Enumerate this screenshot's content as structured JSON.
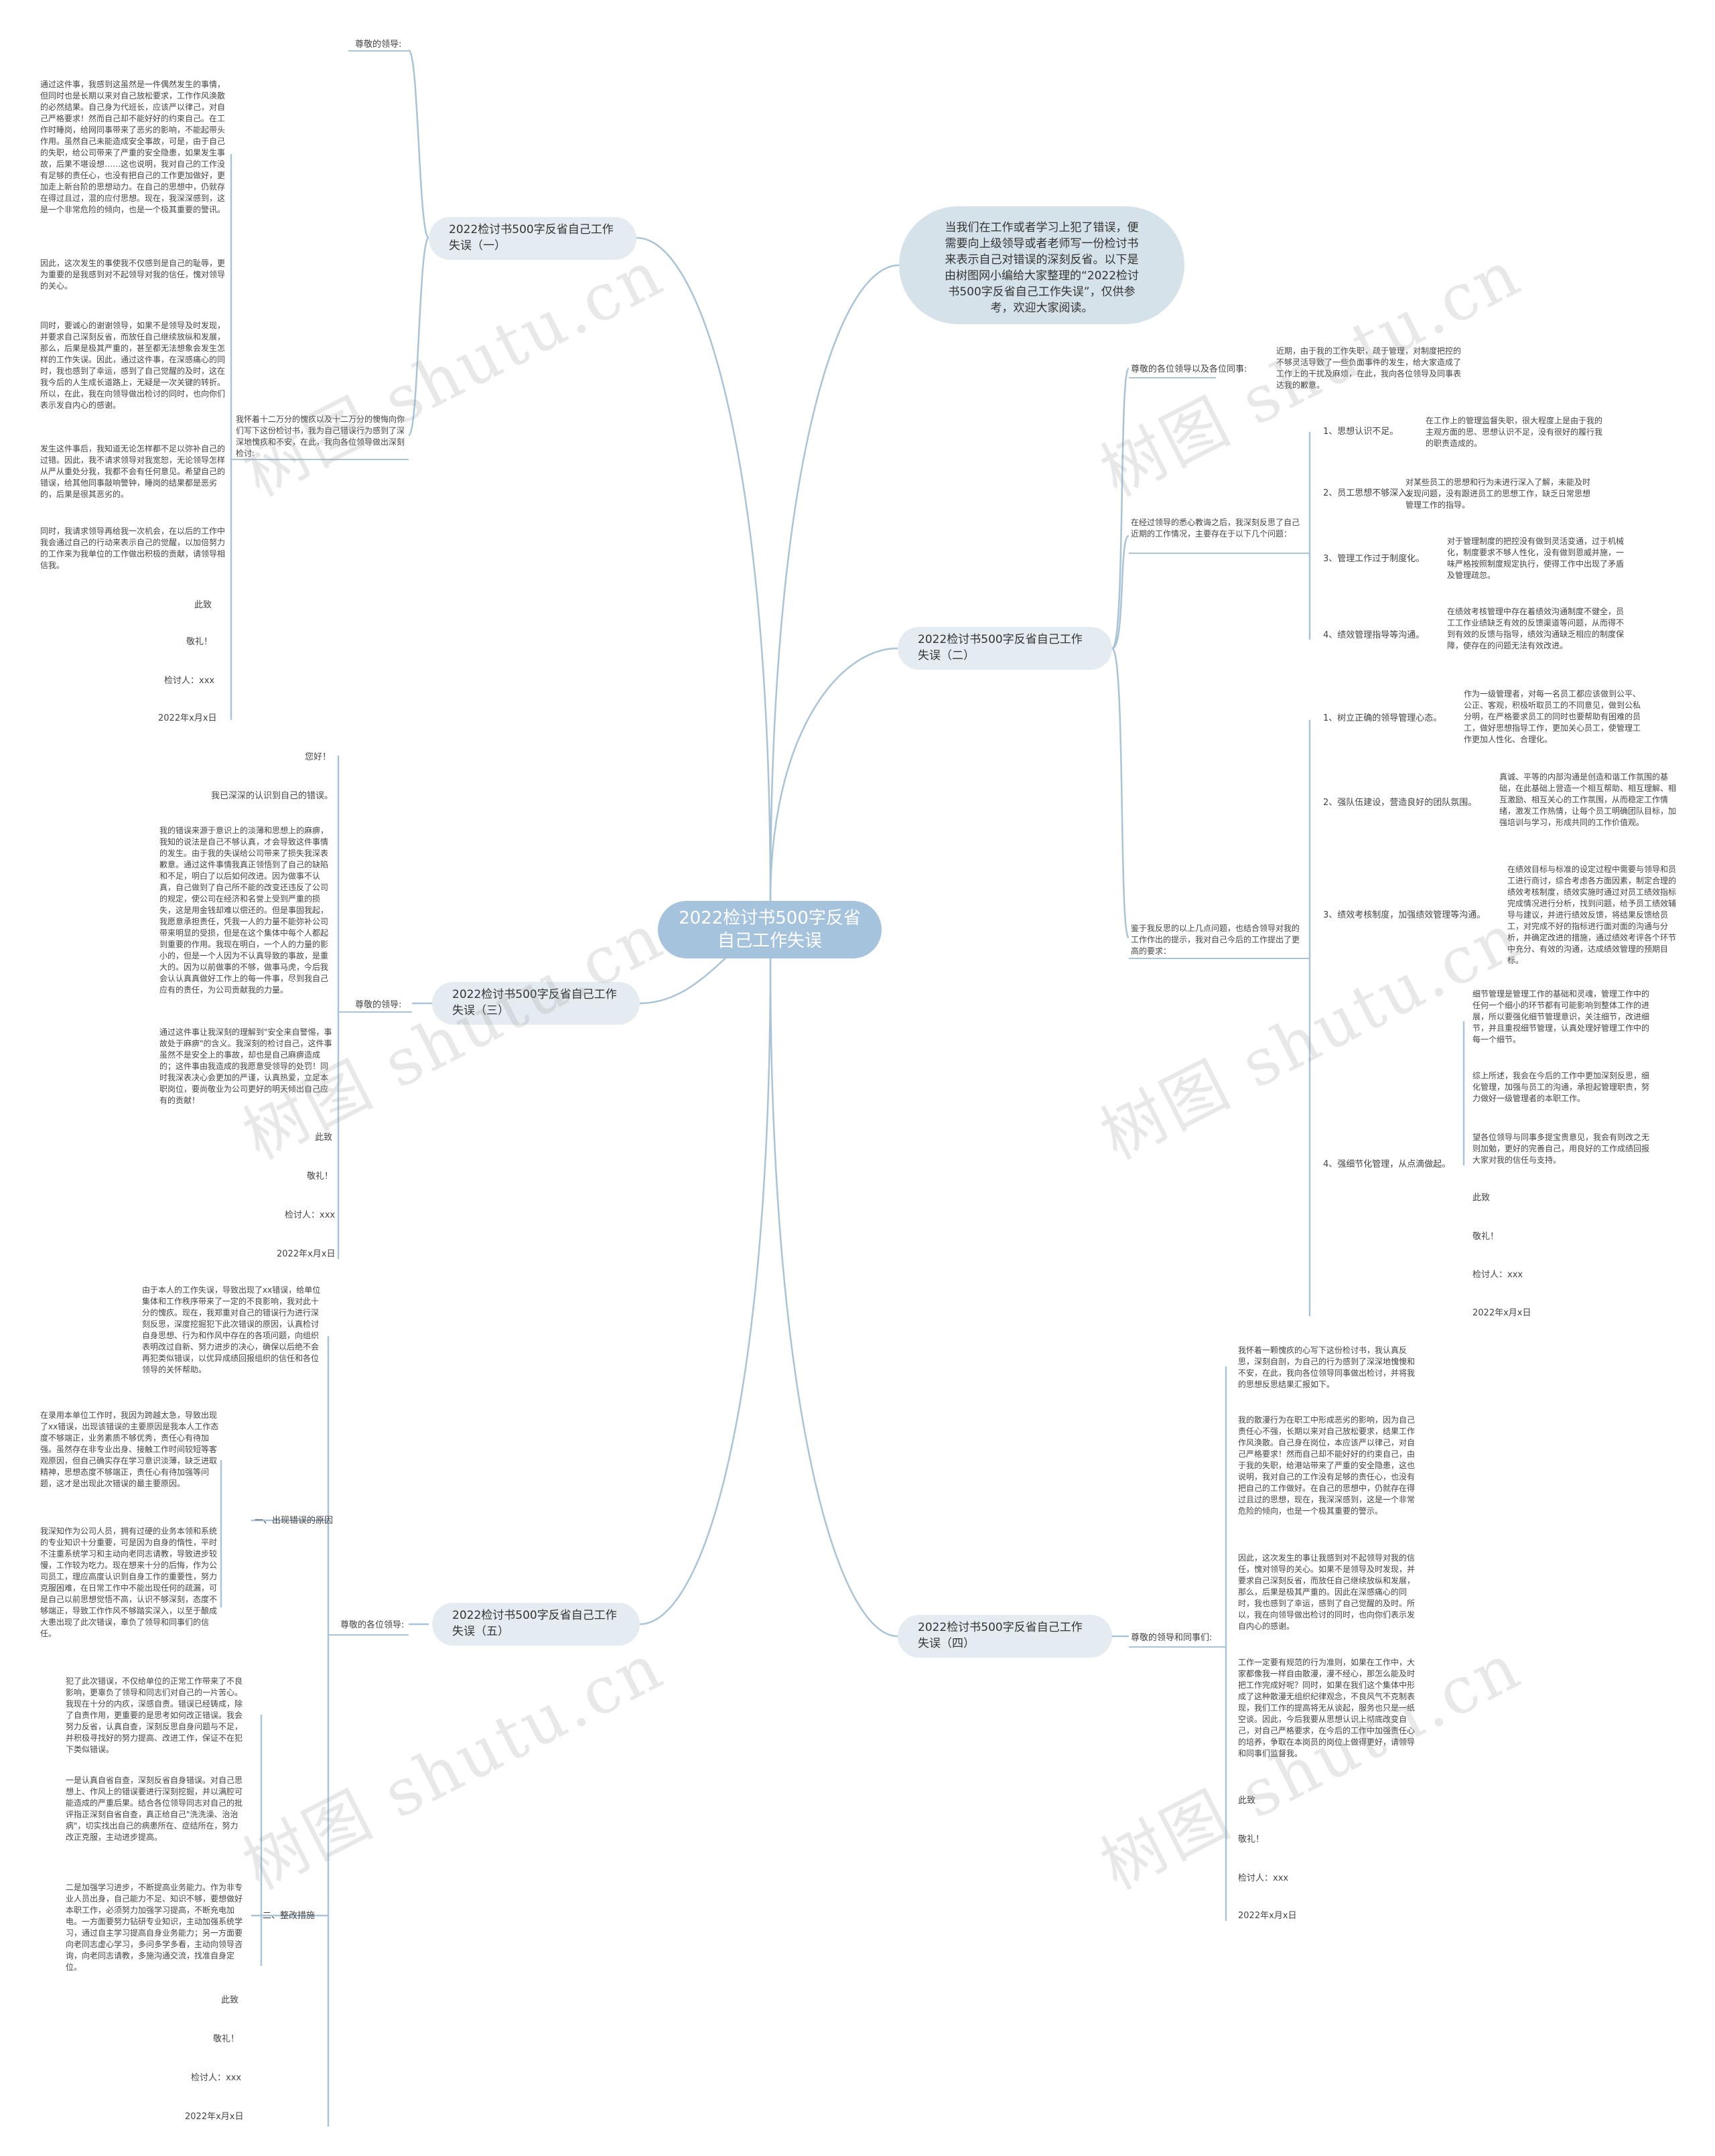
{
  "center": "2022检讨书500字反省自己工作失误",
  "intro": "当我们在工作或者学习上犯了错误，便需要向上级领导或者老师写一份检讨书来表示自己对错误的深刻反省。以下是由树图网小编给大家整理的“2022检讨书500字反省自己工作失误”，仅供参考，欢迎大家阅读。",
  "watermark": "树图 shutu.cn",
  "b1": {
    "title": "2022检讨书500字反省自己工作失误（一）",
    "salutation": "尊敬的领导:",
    "lead": "我怀着十二万分的愧疚以及十二万分的懊悔向你们写下这份检讨书，我为自己错误行为感到了深深地愧疚和不安，在此，我向各位领导做出深刻检讨:",
    "p1": "通过这件事，我感到这虽然是一件偶然发生的事情，但同时也是长期以来对自己放松要求，工作作风涣散的必然结果。自己身为代班长，应该严以律己，对自己严格要求！然而自己却不能好好的约束自己。在工作时睡岗，给网同事带来了恶劣的影响，不能起带头作用。虽然自己未能造成安全事故，可是，由于自己的失职，给公司带来了严重的安全隐患，如果发生事故，后果不堪设想……这也说明，我对自己的工作没有足够的责任心，也没有把自己的工作更加做好，更加走上新台阶的思想动力。在自己的思想中，仍就存在得过且过，混的应付思想。现在，我深深感到，这是一个非常危险的倾向，也是一个极其重要的警讯。",
    "p2": "因此，这次发生的事使我不仅感到是自己的耻辱，更为重要的是我感到对不起领导对我的信任，愧对领导的关心。",
    "p3": "同时，要诚心的谢谢领导，如果不是领导及时发现，并要求自己深刻反省，而放任自己继续放纵和发展，那么，后果是极其严重的，甚至都无法想象会发生怎样的工作失误。因此，通过这件事，在深感痛心的同时，我也感到了幸运，感到了自己觉醒的及时，这在我今后的人生成长道路上，无疑是一次关键的转折。所以，在此，我在向领导做出检讨的同时，也向你们表示发自内心的感谢。",
    "p4": "发生这件事后，我知道无论怎样都不足以弥补自己的过错。因此，我不请求领导对我宽恕，无论领导怎样从严从重处分我，我都不会有任何意见。希望自己的错误，给其他同事敲响警钟，睡岗的结果都是恶劣的，后果是很其恶劣的。",
    "p5": "同时，我请求领导再给我一次机会，在以后的工作中我会通过自己的行动来表示自己的觉醒，以加倍努力的工作来为我单位的工作做出积极的贡献，请领导相信我。",
    "e1": "此致",
    "e2": "敬礼！",
    "e3": "检讨人：xxx",
    "e4": "2022年x月x日"
  },
  "b2": {
    "title": "2022检讨书500字反省自己工作失误（二）",
    "salutation": "尊敬的各位领导以及各位同事:",
    "opening": "近期，由于我的工作失职，疏于管理，对制度把控的不够灵活导致了一些负面事件的发生，给大家造成了工作上的干扰及麻烦，在此，我向各位领导及同事表达我的歉意。",
    "review": "在经过领导的悉心教诲之后，我深刻反思了自己近期的工作情况，主要存在于以下几个问题：",
    "i1": "1、思想认识不足。",
    "t1": "在工作上的管理监督失职，很大程度上是由于我的主观方面的思、思想认识不足，没有很好的履行我的职责造成的。",
    "i2": "2、员工思想不够深入。",
    "t2": "对某些员工的思想和行为未进行深入了解，未能及时发现问题，没有跟进员工的思想工作，缺乏日常思想管理工作的指导。",
    "i3": "3、管理工作过于制度化。",
    "t3": "对于管理制度的把控没有做到灵活变通，过于机械化，制度要求不够人性化，没有做到恩威并施，一味严格按照制度规定执行，使得工作中出现了矛盾及管理疏忽。",
    "i4": "4、绩效管理指导等沟通。",
    "t4": "在绩效考核管理中存在着绩效沟通制度不健全，员工工作业绩缺乏有效的反馈渠道等问题，从而得不到有效的反馈与指导，绩效沟通缺乏相应的制度保障，使存在的问题无法有效改进。",
    "reflect": "鉴于我反思的以上几点问题，也结合领导对我的工作作出的提示，我对自己今后的工作提出了更高的要求：",
    "j1": "1、树立正确的领导管理心态。",
    "u1": "作为一级管理者，对每一名员工都应该做到公平、公正、客观，积极听取员工的不同意见，做到公私分明，在严格要求员工的同时也要帮助有困难的员工，做好思想指导工作，更加关心员工，使管理工作更加人性化、合理化。",
    "j2": "2、强队伍建设，营造良好的团队氛围。",
    "u2": "真诚、平等的内部沟通是创造和谐工作氛围的基础，在此基础上营造一个相互帮助、相互理解、相互激励、相互关心的工作氛围，从而稳定工作情绪，激发工作热情，让每个员工明确团队目标，加强培训与学习，形成共同的工作价值观。",
    "j3": "3、绩效考核制度，加强绩效管理等沟通。",
    "u3": "在绩效目标与标准的设定过程中需要与领导和员工进行商讨，综合考虑各方面因素，制定合理的绩效考核制度，绩效实施时通过对员工绩效指标完成情况进行分析，找到问题，给予员工绩效辅导与建议，并进行绩效反馈，将结果反馈给员工，对完成不好的指标进行面对面的沟通与分析，并确定改进的措施，通过绩效考评各个环节中充分、有效的沟通，达成绩效管理的预期目标。",
    "j4": "4、强细节化管理，从点滴做起。",
    "u4a": "细节管理是管理工作的基础和灵魂，管理工作中的任何一个细小的环节都有可能影响到整体工作的进展，所以要强化细节管理意识，关注细节，改进细节，并且重视细节管理，认真处理好管理工作中的每一个细节。",
    "u4b": "综上所述，我会在今后的工作中更加深刻反思，细化管理，加强与员工的沟通，承担起管理职责，努力做好一级管理者的本职工作。",
    "u4c": "望各位领导与同事多提宝贵意见，我会有则改之无则加勉，更好的完善自己，用良好的工作成绩回报大家对我的信任与支持。",
    "e1": "此致",
    "e2": "敬礼！",
    "e3": "检讨人：xxx",
    "e4": "2022年x月x日"
  },
  "b3": {
    "title": "2022检讨书500字反省自己工作失误（三）",
    "salutation": "尊敬的领导:",
    "s1": "您好！",
    "s2": "我已深深的认识到自己的错误。",
    "p1": "我的错误来源于意识上的淡薄和思想上的麻痹，我知的说法是自己不够认真，才会导致这件事情的发生。由于我的失误给公司带来了损失我深表歉意。通过这件事情我真正领悟到了自己的缺陷和不足，明白了以后如何改进。因为做事不认真，自己做到了自己所不能的改变还违反了公司的规定，使公司在经济和名誉上受到严重的损失，这是用金钱却难以偿还的。但是事固我起，我愿意承担责任，凭我一人的力量不能弥补公司带来明显的受损，但是在这个集体中每个人都起到重要的作用。我现在明白，一个人的力量的影小的，但是一个人因为不认真导致的事故，是重大的。因为以前做事的不够，做事马虎，今后我会认认真真做好工作上的每一件事，尽到我自己应有的责任，为公司贡献我的力量。",
    "p2": "通过这件事让我深刻的理解到\"安全来自警惕，事故处于麻痹\"的含义。我深刻的检讨自己，这件事虽然不是安全上的事故，却也是自己麻痹造成的；这件事由我造成的我愿意受领导的处罚！同时我深表决心会更加的严谨，认真热爱，立足本职岗位，要尚敬业为公司更好的明天倾出自己应有的贡献！",
    "e1": "此致",
    "e2": "敬礼！",
    "e3": "检讨人：xxx",
    "e4": "2022年x月x日"
  },
  "b4": {
    "title": "2022检讨书500字反省自己工作失误（四）",
    "salutation": "尊敬的领导和同事们:",
    "p1": "我怀着一颗愧疚的心写下这份检讨书，我认真反思，深刻自剖，为自己的行为感到了深深地愧懊和不安，在此，我向各位领导同事做出检讨，并将我的思想反思结果汇报如下。",
    "p2": "我的散漫行为在职工中形成恶劣的影响，因为自己责任心不强，长期以来对自己放松要求，结果工作作风涣散。自己身在岗位，本应该严以律己，对自己严格要求！然而自己却不能好好的约束自己，由于我的失职，给港站带来了严重的安全隐患，这也说明，我对自己的工作没有足够的责任心，也没有把自己的工作做好。在自己的思想中，仍就存在得过且过的思想，现在，我深深感到，这是一个非常危险的倾向，也是一个极其重要的警示。",
    "p3": "因此，这次发生的事让我感到对不起领导对我的信任，愧对领导的关心。如果不是领导及时发现，并要求自己深刻反省，而放任自己继续放纵和发展，那么，后果是极其严重的。因此在深感痛心的同时，我也感到了幸运，感到了自己觉醒的及时。所以，我在向领导做出检讨的同时，也向你们表示发自内心的感谢。",
    "p4": "工作一定要有规范的行为准则，如果在工作中，大家都像我一样自由散漫，漫不经心，那怎么能及时把工作完成好呢？同时，如果在我们这个集体中形成了这种散漫无组织纪律观念，不良风气不克制表现，我们工作的提高将无从谈起，服务也只是一纸空谈。因此，今后我要从思想认识上彻底改变自己，对自己严格要求，在今后的工作中加强责任心的培养，争取在本岗员的岗位上做得更好，请领导和同事们监督我。",
    "e1": "此致",
    "e2": "敬礼！",
    "e3": "检讨人：xxx",
    "e4": "2022年x月x日"
  },
  "b5": {
    "title": "2022检讨书500字反省自己工作失误（五）",
    "salutation": "尊敬的各位领导:",
    "p0": "由于本人的工作失误，导致出现了xx错误，给单位集体和工作秩序带来了一定的不良影响，我对此十分的愧疚。现在，我郑重对自己的错误行为进行深刻反思，深度挖掘犯下此次错误的原因，认真检讨自身思想、行为和作风中存在的各项问题，向组织表明改过自新、努力进步的决心，确保以后绝不会再犯类似错误，以优异成绩回报组织的信任和各位领导的关怀帮助。",
    "sec1": "一、出现错误的原因",
    "r1": "在录用本单位工作时，我因为跨越太急，导致出现了xx错误，出现该错误的主要原因是我本人工作态度不够端正，业务素质不够优秀，责任心有待加强。虽然存在非专业出身、接触工作时间较短等客观原因，但自己确实存在学习意识淡薄，缺乏进取精神，思想态度不够端正，责任心有待加强等问题，这才是出现此次错误的最主要原因。",
    "r2": "我深知作为公司人员，拥有过硬的业务本领和系统的专业知识十分重要，可是因为自身的惰性，平时不注重系统学习和主动向老同志请教，导致进步较慢，工作较为吃力。现在想来十分的后悔，作为公司员工，理应高度认识到自身工作的重要性，努力克服困难，在日常工作中不能出现任何的疏漏，可是自己以前思想觉悟不高，认识不够深刻，态度不够端正，导致工作作风不够踏实深入，以至于酿成大患出现了此次错误，辜负了领导和同事们的信任。",
    "sec2": "二、整改措施",
    "m1": "犯了此次错误，不仅给单位的正常工作带来了不良影响，更辜负了领导和同志们对自己的一片苦心。我现在十分的内疚，深感自责。错误已经铸成，除了自责作用，更重要的是思考如何改正错误。我会努力反省，认真自查，深刻反思自身问题与不足，并积极寻找好的努力提高、改进工作，保证不在犯下类似错误。",
    "m2": "一是认真自省自查，深刻反省自身错误。对自己思想上、作风上的错误要进行深刻挖掘，并以满腔可能造成的严重后果。结合各位领导同志对自己的批评指正深刻自省自查，真正给自己\"洗洗澡、治治病\"，切实找出自己的病患所在、症结所在，努力改正克服，主动进步提高。",
    "m3": "二是加强学习进步，不断提高业务能力。作为非专业人员出身，自己能力不足、知识不够，要想做好本职工作，必须努力加强学习提高，不断充电加电。一方面要努力钻研专业知识，主动加强系统学习，通过自主学习提高自身业务能力；另一方面要向老同志虚心学习，多问多学多看，主动向领导咨询，向老同志请教，多施沟通交流，找准自身定位。",
    "e1": "此致",
    "e2": "敬礼！",
    "e3": "检讨人：xxx",
    "e4": "2022年x月x日"
  }
}
